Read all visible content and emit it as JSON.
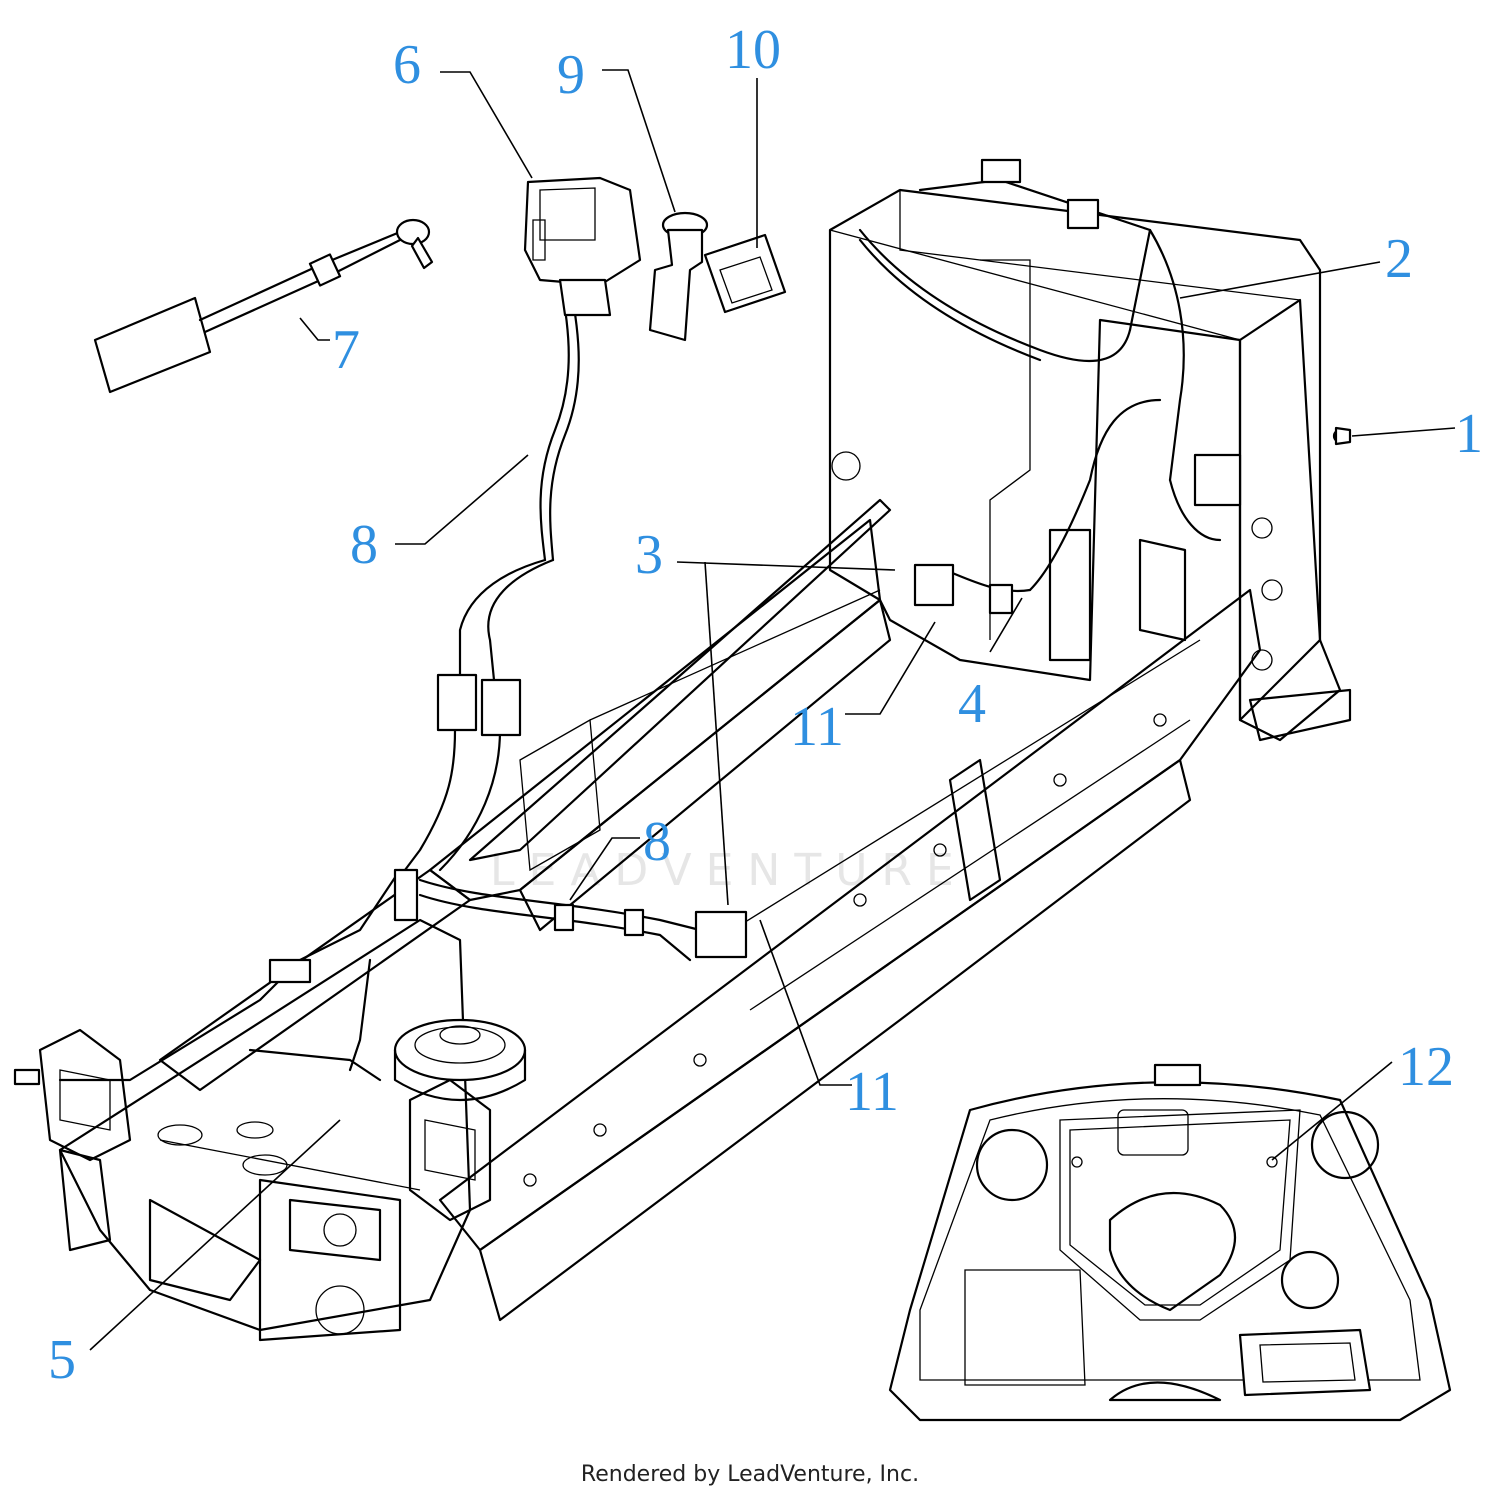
{
  "watermark": "LEADVENTURE",
  "footer": "Rendered by LeadVenture, Inc.",
  "callouts": [
    {
      "id": "c6",
      "label": "6"
    },
    {
      "id": "c9",
      "label": "9"
    },
    {
      "id": "c10",
      "label": "10"
    },
    {
      "id": "c2",
      "label": "2"
    },
    {
      "id": "c7",
      "label": "7"
    },
    {
      "id": "c1",
      "label": "1"
    },
    {
      "id": "c8a",
      "label": "8"
    },
    {
      "id": "c3",
      "label": "3"
    },
    {
      "id": "c11a",
      "label": "11"
    },
    {
      "id": "c4",
      "label": "4"
    },
    {
      "id": "c8b",
      "label": "8"
    },
    {
      "id": "c11b",
      "label": "11"
    },
    {
      "id": "c12",
      "label": "12"
    },
    {
      "id": "c5",
      "label": "5"
    }
  ]
}
